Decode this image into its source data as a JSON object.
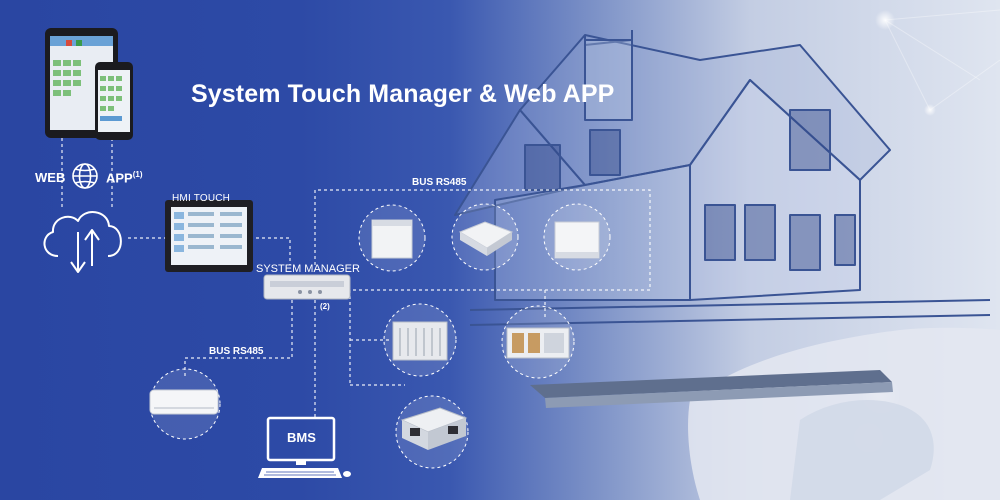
{
  "title": "System Touch Manager & Web APP",
  "labels": {
    "web": "WEB",
    "app": "APP",
    "app_note": "(1)",
    "hmi_touch": "HMI TOUCH",
    "system_manager": "SYSTEM MANAGER",
    "system_manager_note": "(2)",
    "bus_top": "BUS RS485",
    "bus_left": "BUS RS485",
    "bms": "BMS"
  },
  "colors": {
    "background_blue": "#2d4aa6",
    "text": "#ffffff",
    "connector": "#ffffff"
  },
  "icons": [
    "globe-icon",
    "cloud-sync-icon",
    "monitor-icon",
    "keyboard-icon",
    "mouse-icon"
  ]
}
